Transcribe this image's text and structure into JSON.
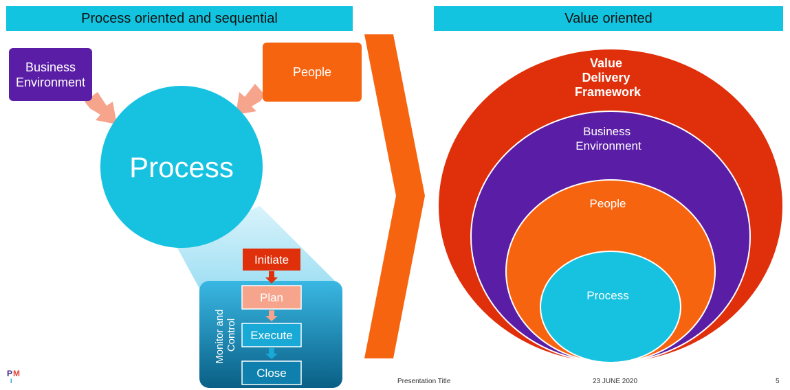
{
  "left": {
    "banner": "Process oriented and sequential",
    "business_environment": "Business Environment",
    "people": "People",
    "process": "Process",
    "phases": {
      "initiate": "Initiate",
      "plan": "Plan",
      "execute": "Execute",
      "close": "Close",
      "monitor_line1": "Monitor and",
      "monitor_line2": "Control"
    }
  },
  "right": {
    "banner": "Value oriented",
    "value_line1": "Value",
    "value_line2": "Delivery",
    "value_line3": "Framework",
    "business_line1": "Business",
    "business_line2": "Environment",
    "people": "People",
    "process": "Process"
  },
  "footer": {
    "title": "Presentation Title",
    "date": "23 JUNE 2020",
    "page": "5"
  },
  "colors": {
    "cyan": "#12c4e0",
    "purple": "#5a1ea6",
    "orange": "#f7640f",
    "red": "#df300b",
    "salmon": "#f6a48c",
    "teal_dark": "#0a7ea8"
  },
  "icons": {
    "chevron": "right-chevron-arrow",
    "logo": "pmi-logo"
  }
}
